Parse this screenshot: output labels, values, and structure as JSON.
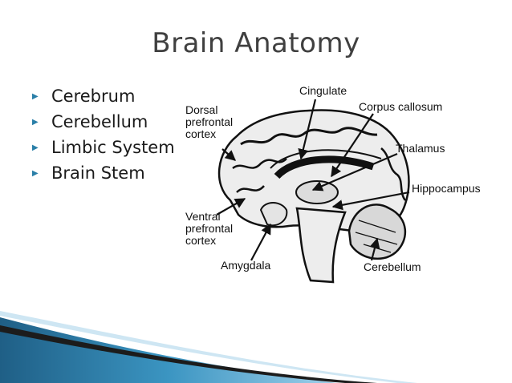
{
  "slide": {
    "title": "Brain Anatomy",
    "bullets": [
      "Cerebrum",
      "Cerebellum",
      "Limbic System",
      "Brain Stem"
    ],
    "bullet_icon": "triangle-right-icon",
    "accent_color": "#2a7fa8"
  },
  "diagram": {
    "labels": {
      "dorsal": [
        "Dorsal",
        "prefrontal",
        "cortex"
      ],
      "ventral": [
        "Ventral",
        "prefrontal",
        "cortex"
      ],
      "cingulate": "Cingulate",
      "corpus_callosum": "Corpus callosum",
      "thalamus": "Thalamus",
      "hippocampus": "Hippocampus",
      "amygdala": "Amygdala",
      "cerebellum": "Cerebellum"
    }
  }
}
